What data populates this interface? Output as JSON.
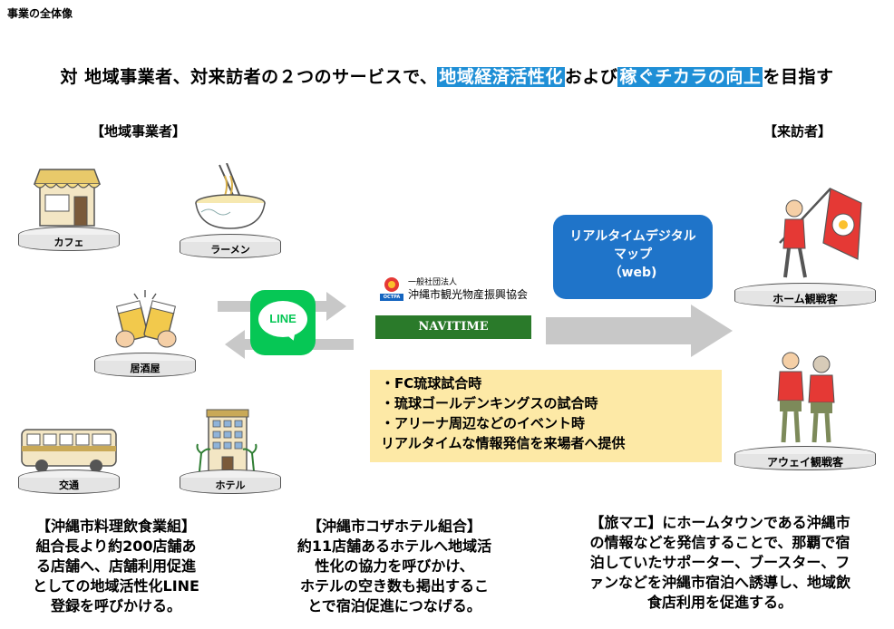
{
  "corner_title": "事業の全体像",
  "headline": {
    "prefix": "対 地域事業者、対来訪者の２つのサービスで、",
    "highlight1": "地域経済活性化",
    "middle": "および",
    "highlight2": "稼ぐチカラの向上",
    "suffix": "を目指す",
    "highlight_color": "#1f8fd6"
  },
  "left_section_title": "【地域事業者】",
  "right_section_title": "【来訪者】",
  "businesses": [
    "カフェ",
    "ラーメン",
    "居酒屋",
    "交通",
    "ホテル"
  ],
  "visitors": [
    "ホーム観戦客",
    "アウェイ観戦客"
  ],
  "line_label": "LINE",
  "octpa": {
    "line1": "一般社団法人",
    "line2": "沖縄市観光物産振興協会",
    "logo_text": "OCTPA"
  },
  "navitime_label": "NAVITIME",
  "map_box": [
    "リアルタイムデジタル",
    "マップ",
    "（web)"
  ],
  "events": [
    "・FC琉球試合時",
    "・琉球ゴールデンキングスの試合時",
    "・アリーナ周辺などのイベント時",
    "リアルタイムな情報発信を来場者へ提供"
  ],
  "bottom_texts": {
    "left": [
      "【沖縄市料理飲食業組】",
      "組合長より約200店舗あ",
      "る店舗へ、店舗利用促進",
      "としての地域活性化LINE",
      "登録を呼びかける。"
    ],
    "middle": [
      "【沖縄市コザホテル組合】",
      "約11店舗あるホテルへ地域活",
      "性化の協力を呼びかけ、",
      "ホテルの空き数も掲出するこ",
      "とで宿泊促進につなげる。"
    ],
    "right": [
      "【旅マエ】にホームタウンである沖縄市",
      "の情報などを発信することで、那覇で宿",
      "泊していたサポーター、ブースター、フ",
      "ァンなどを沖縄市宿泊へ誘導し、地域飲",
      "食店利用を促進する。"
    ]
  },
  "colors": {
    "line_green": "#06c755",
    "map_blue": "#1f74c9",
    "navitime_green": "#2a7a2a",
    "event_yellow": "#fde9a6",
    "arrow_gray": "#c8c8c8"
  }
}
